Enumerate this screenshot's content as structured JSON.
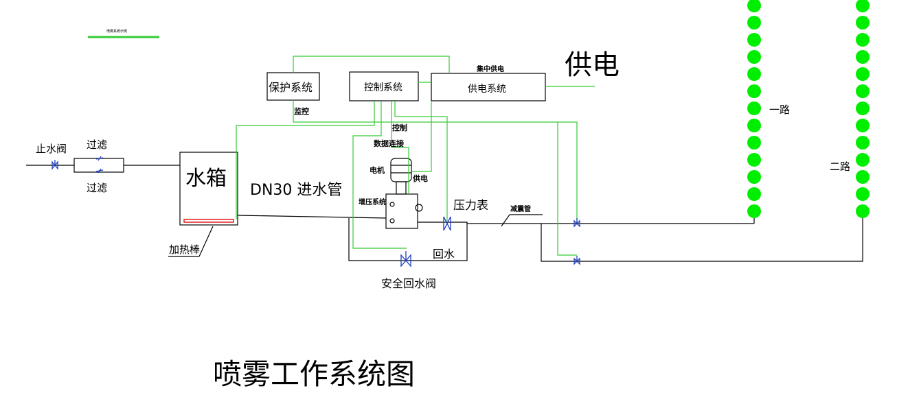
{
  "title": "喷雾工作系统图",
  "header_tiny": "喷雾系统示例",
  "labels": {
    "stop_valve": "止水阀",
    "filter_top": "过滤",
    "filter_bottom": "过滤",
    "tank": "水箱",
    "heater": "加热棒",
    "inlet_pipe": "DN30 进水管",
    "protection": "保护系统",
    "control": "控制系统",
    "power_system": "供电系统",
    "central_power": "集中供电",
    "power_big": "供电",
    "monitor": "监控",
    "control_small": "控制",
    "data_link": "数据连接",
    "motor": "电机",
    "power_small": "供电",
    "booster": "增压系统",
    "pressure_gauge": "压力表",
    "damping_pipe": "减震管",
    "return_water": "回水",
    "safety_return_valve": "安全回水阀",
    "route1": "一路",
    "route2": "二路"
  },
  "colors": {
    "line": "#000000",
    "signal": "#33cc33",
    "nozzle": "#00ee00",
    "valve": "#1f3fbf",
    "heater": "#e02020"
  },
  "nozzle_counts": {
    "route1": 13,
    "route2": 13
  }
}
